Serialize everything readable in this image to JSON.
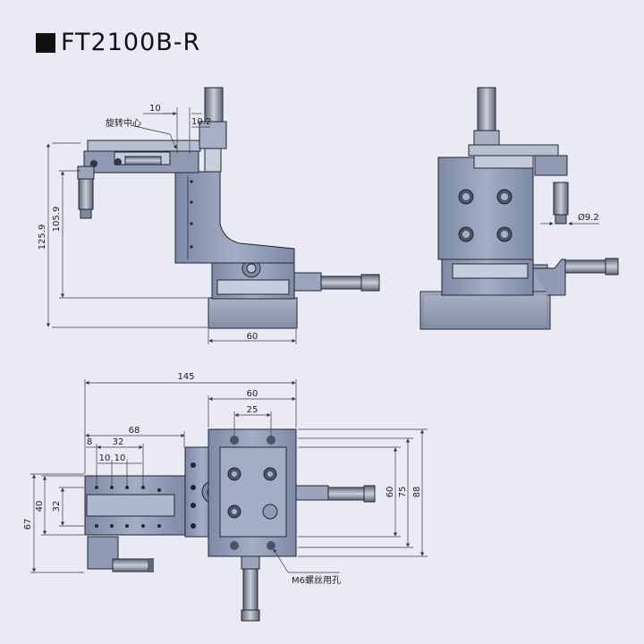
{
  "title": "FT2100B-R",
  "colors": {
    "background": "#e9eaf4",
    "body": "#8e9cb7",
    "body_light": "#b3bdd1",
    "body_dark": "#5f6b85",
    "base": "#98a1b7",
    "outline": "#22262e",
    "dimension": "#3a3a3a"
  },
  "labels": {
    "rotation_center": "旋转中心",
    "m6_hole": "M6螺丝用孔",
    "dia": "Ø9.2"
  },
  "front_view": {
    "dim_10": "10",
    "dim_10_2": "10.2",
    "dim_125_9": "125.9",
    "dim_105_9": "105.9",
    "dim_60": "60"
  },
  "top_view": {
    "dim_145": "145",
    "dim_60": "60",
    "dim_25": "25",
    "dim_68": "68",
    "dim_8": "8",
    "dim_32_top": "32",
    "dim_10a": "10",
    "dim_10b": "10",
    "dim_40": "40",
    "dim_32_left": "32",
    "dim_67": "67",
    "dim_60_right": "60",
    "dim_75": "75",
    "dim_88": "88"
  }
}
